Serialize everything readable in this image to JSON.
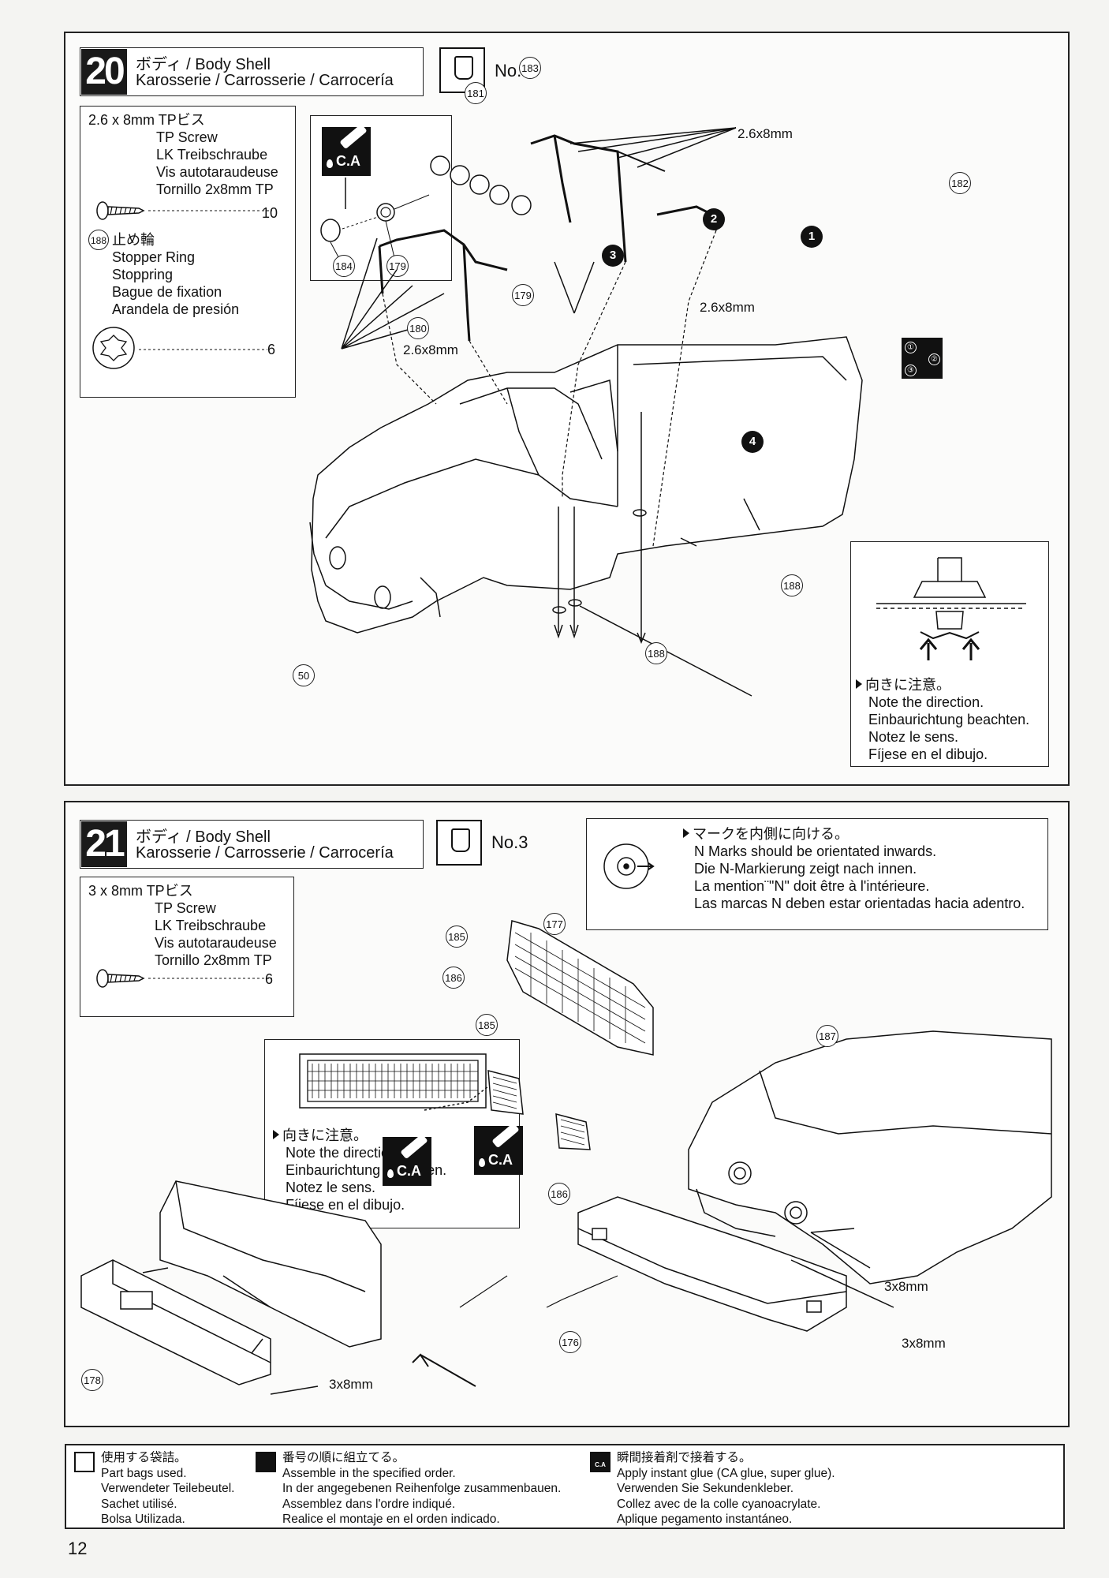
{
  "page_number": "12",
  "step20": {
    "number": "20",
    "title_line1": "ボディ / Body Shell",
    "title_line2": "Karosserie / Carrosserie / Carrocería",
    "bag_no": "No.3",
    "screw": {
      "lines": [
        "2.6 x 8mm TPビス",
        "TP Screw",
        "LK Treibschraube",
        "Vis autotaraudeuse",
        "Tornillo 2x8mm TP"
      ],
      "qty": "10"
    },
    "ring": {
      "part": "188",
      "lines": [
        "止め輪",
        "Stopper Ring",
        "Stoppring",
        "Bague de fixation",
        "Arandela de presión"
      ],
      "qty": "6"
    },
    "parts": [
      "183",
      "181",
      "182",
      "184",
      "179",
      "179",
      "180",
      "50",
      "188",
      "188"
    ],
    "screw_labels": [
      "2.6x8mm",
      "2.6x8mm",
      "2.6x8mm"
    ],
    "sequence": [
      "1",
      "2",
      "3",
      "4"
    ],
    "ca_label": "C.A",
    "direction_note": [
      "向きに注意。",
      "Note the direction.",
      "Einbaurichtung beachten.",
      "Notez le sens.",
      "Fíjese en el dibujo."
    ],
    "seq_icon": [
      "①",
      "②",
      "③"
    ]
  },
  "step21": {
    "number": "21",
    "title_line1": "ボディ / Body Shell",
    "title_line2": "Karosserie / Carrosserie / Carrocería",
    "bag_no": "No.3",
    "screw": {
      "lines": [
        "3 x 8mm TPビス",
        "TP Screw",
        "LK Treibschraube",
        "Vis autotaraudeuse",
        "Tornillo 2x8mm TP"
      ],
      "qty": "6"
    },
    "n_mark_note": [
      "マークを内側に向ける。",
      "N Marks should be orientated inwards.",
      "Die N-Markierung zeigt nach innen.",
      "La mention¨\"N\" doit être à l'intérieure.",
      "Las marcas N deben estar orientadas hacia adentro."
    ],
    "direction_note": [
      "向きに注意。",
      "Note the direction.",
      "Einbaurichtung beachten.",
      "Notez le sens.",
      "Fíjese en el dibujo."
    ],
    "parts": [
      "177",
      "185",
      "186",
      "185",
      "187",
      "186",
      "176",
      "178"
    ],
    "screw_labels": [
      "3x8mm",
      "3x8mm",
      "3x8mm"
    ],
    "ca_label": "C.A"
  },
  "footer": {
    "bags": [
      "使用する袋詰。",
      "Part bags used.",
      "Verwendeter Teilebeutel.",
      "Sachet utilisé.",
      "Bolsa Utilizada."
    ],
    "order": [
      "番号の順に組立てる。",
      "Assemble in the specified order.",
      "In der angegebenen Reihenfolge zusammenbauen.",
      "Assemblez dans l'ordre indiqué.",
      "Realice el montaje en el orden indicado."
    ],
    "glue": [
      "瞬間接着剤で接着する。",
      "Apply instant glue (CA glue, super glue).",
      "Verwenden Sie Sekundenkleber.",
      "Collez avec de la colle cyanoacrylate.",
      "Aplique pegamento instantáneo."
    ],
    "ca_label": "C.A"
  }
}
